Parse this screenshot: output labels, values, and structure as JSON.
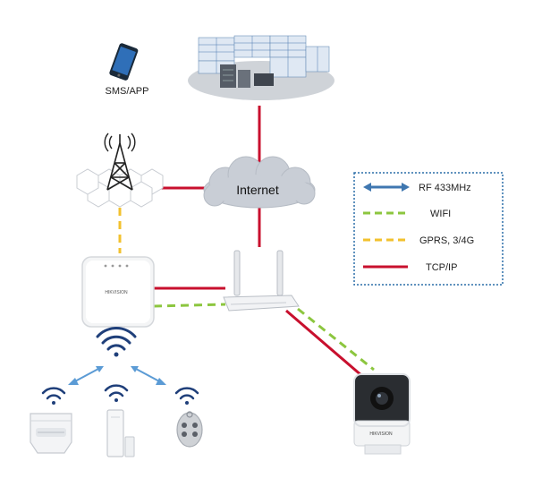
{
  "labels": {
    "sms_app": "SMS/APP",
    "internet": "Internet",
    "brand": "HIKVISION"
  },
  "legend": {
    "items": [
      {
        "key": "rf",
        "label": "RF 433MHz",
        "color": "#3f77b0",
        "style": "double-arrow"
      },
      {
        "key": "wifi",
        "label": "WIFI",
        "color": "#8cc63f",
        "style": "dashed"
      },
      {
        "key": "gprs",
        "label": "GPRS, 3/4G",
        "color": "#f2c12e",
        "style": "dashed"
      },
      {
        "key": "tcpip",
        "label": "TCP/IP",
        "color": "#c8102e",
        "style": "solid"
      }
    ],
    "border_color": "#2b6ea8"
  },
  "colors": {
    "tcpip": "#c8102e",
    "wifi": "#8cc63f",
    "gprs": "#f2c12e",
    "rf": "#5b9bd5",
    "cloud": "#c9ced6",
    "signal": "#1f3f7a"
  },
  "icons": {
    "phone": "smartphone-icon",
    "monitoring": "monitoring-center-icon",
    "tower": "cell-tower-icon",
    "cloud": "internet-cloud-icon",
    "hub": "alarm-hub-icon",
    "router": "wifi-router-icon",
    "camera": "ip-camera-icon",
    "pir": "pir-detector-icon",
    "door": "door-contact-icon",
    "keyfob": "keyfob-icon"
  }
}
